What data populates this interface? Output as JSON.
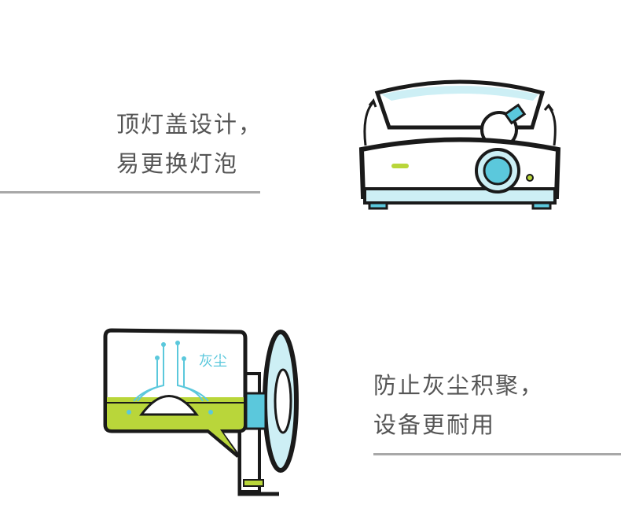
{
  "feature1": {
    "line1": "顶灯盖设计，",
    "line2": "易更换灯泡"
  },
  "feature2": {
    "line1": "防止灰尘积聚，",
    "line2": "设备更耐用",
    "dust_label": "灰尘"
  },
  "colors": {
    "text": "#555555",
    "rule": "#a8a8a8",
    "cyan": "#5bc8dc",
    "light_cyan": "#cdeff5",
    "green": "#b9d63a",
    "outline": "#1a1a1a"
  }
}
